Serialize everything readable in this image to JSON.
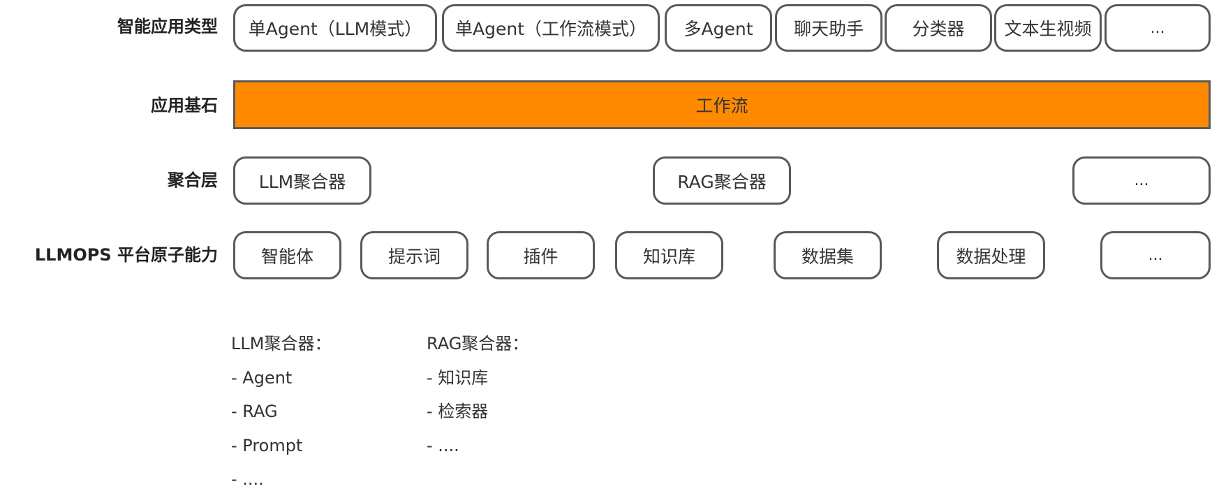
{
  "colors": {
    "foundation_bar": "#FF8A00",
    "box_border": "#595959"
  },
  "rows": {
    "app_types": {
      "label": "智能应用类型",
      "items": [
        "单Agent（LLM模式）",
        "单Agent（工作流模式）",
        "多Agent",
        "聊天助手",
        "分类器",
        "文本生视频",
        "..."
      ]
    },
    "foundation": {
      "label": "应用基石",
      "bar_text": "工作流"
    },
    "aggregation": {
      "label": "聚合层",
      "items": [
        "LLM聚合器",
        "RAG聚合器",
        "..."
      ]
    },
    "atomic": {
      "label": "LLMOPS 平台原子能力",
      "items": [
        "智能体",
        "提示词",
        "插件",
        "知识库",
        "数据集",
        "数据处理",
        "..."
      ]
    }
  },
  "notes": {
    "llm": {
      "title": "LLM聚合器：",
      "lines": [
        "- Agent",
        "- RAG",
        "- Prompt",
        "- ...."
      ]
    },
    "rag": {
      "title": "RAG聚合器：",
      "lines": [
        "- 知识库",
        "- 检索器",
        "- ...."
      ]
    }
  }
}
